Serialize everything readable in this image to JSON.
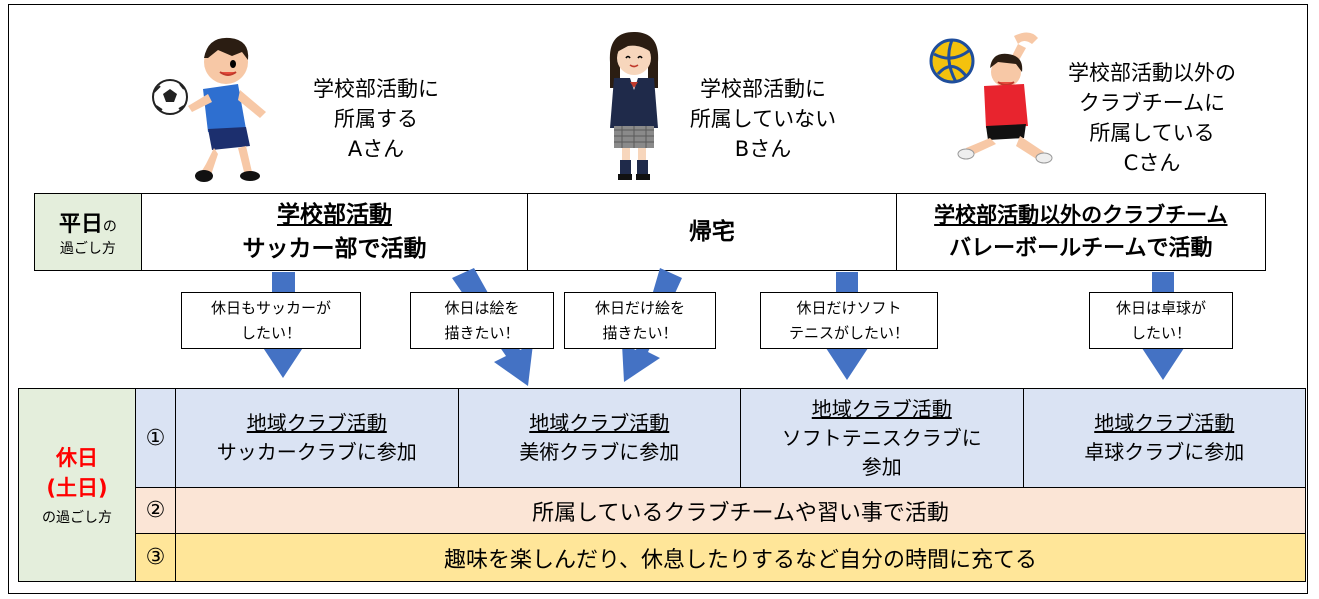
{
  "personas": [
    {
      "line1": "学校部活動に",
      "line2": "所属する",
      "line3": "Aさん"
    },
    {
      "line1": "学校部活動に",
      "line2": "所属していない",
      "line3": "Bさん"
    },
    {
      "line1": "学校部活動以外の",
      "line2": "クラブチームに",
      "line3": "所属している",
      "line4": "Cさん"
    }
  ],
  "weekday": {
    "head_big": "平日",
    "head_small_no": "の",
    "head_small": "過ごし方",
    "cells": [
      {
        "title": "学校部活動",
        "sub": "サッカー部で活動"
      },
      {
        "title": "帰宅"
      },
      {
        "title": "学校部活動以外のクラブチーム",
        "sub": "バレーボールチームで活動"
      }
    ]
  },
  "bubbles": [
    {
      "line1": "休日もサッカーが",
      "line2": "したい！"
    },
    {
      "line1": "休日は絵を",
      "line2": "描きたい！"
    },
    {
      "line1": "休日だけ絵を",
      "line2": "描きたい！"
    },
    {
      "line1": "休日だけソフト",
      "line2": "テニスがしたい！"
    },
    {
      "line1": "休日は卓球が",
      "line2": "したい！"
    }
  ],
  "holiday": {
    "head_red1": "休日",
    "head_red2": "(土日)",
    "head_small": "の過ごし方",
    "numbers": [
      "①",
      "②",
      "③"
    ],
    "row1": [
      {
        "title": "地域クラブ活動",
        "sub": "サッカークラブに参加"
      },
      {
        "title": "地域クラブ活動",
        "sub": "美術クラブに参加"
      },
      {
        "title": "地域クラブ活動",
        "sub": "ソフトテニスクラブに",
        "sub2": "参加"
      },
      {
        "title": "地域クラブ活動",
        "sub": "卓球クラブに参加"
      }
    ],
    "row2": "所属しているクラブチームや習い事で活動",
    "row3": "趣味を楽しんだり、休息したりするなど自分の時間に充てる"
  },
  "colors": {
    "arrow": "#4472c4",
    "row1": "#dae3f3",
    "row2": "#fbe5d6",
    "row3": "#ffe699",
    "head": "#e4eedc",
    "red": "#ff0000"
  }
}
